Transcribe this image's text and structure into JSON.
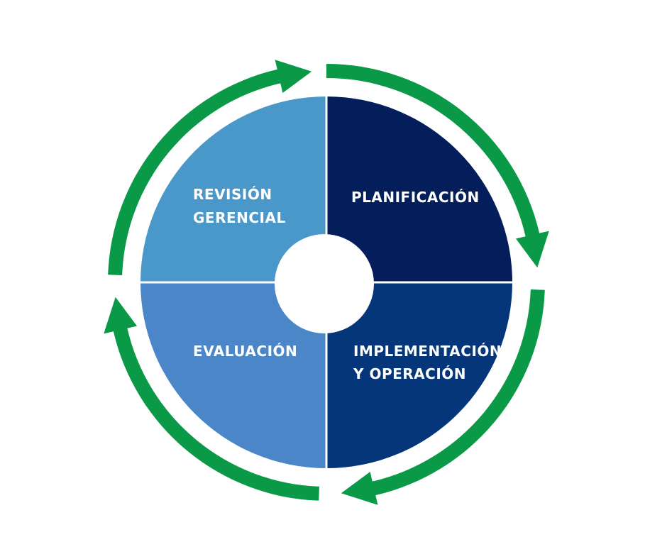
{
  "diagram": {
    "colors": {
      "arrow": "#0a9a47",
      "quadrant_top_left": "#4a97c9",
      "quadrant_top_right": "#041e5c",
      "quadrant_bottom_right": "#053679",
      "quadrant_bottom_left": "#4a86c8",
      "divider": "#ffffff",
      "center_hole": "#ffffff"
    },
    "quadrants": [
      {
        "id": "top-left",
        "lines": [
          "REVISIÓN",
          "GERENCIAL"
        ]
      },
      {
        "id": "top-right",
        "lines": [
          "PLANIFICACIÓN"
        ]
      },
      {
        "id": "bottom-right",
        "lines": [
          "IMPLEMENTACIÓN",
          "Y OPERACIÓN"
        ]
      },
      {
        "id": "bottom-left",
        "lines": [
          "EVALUACIÓN"
        ]
      }
    ],
    "cycle_direction": "clockwise",
    "arrow_count": 4
  }
}
